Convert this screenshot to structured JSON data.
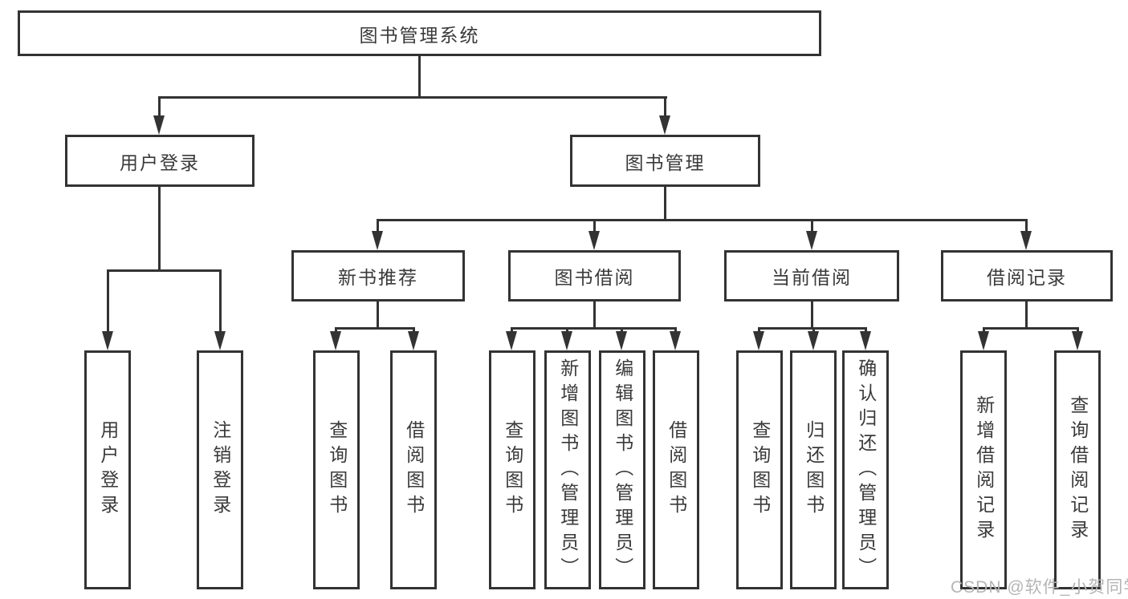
{
  "diagram": {
    "root": {
      "label": "图书管理系统"
    },
    "level2": [
      {
        "id": "user-login",
        "label": "用户登录"
      },
      {
        "id": "book-management",
        "label": "图书管理"
      }
    ],
    "level3": [
      {
        "id": "new-book-recommend",
        "label": "新书推荐"
      },
      {
        "id": "book-borrow",
        "label": "图书借阅"
      },
      {
        "id": "current-borrow",
        "label": "当前借阅"
      },
      {
        "id": "borrow-records",
        "label": "借阅记录"
      }
    ],
    "leaves": [
      {
        "parent": "user-login",
        "label": "用户登录"
      },
      {
        "parent": "user-login",
        "label": "注销登录"
      },
      {
        "parent": "new-book-recommend",
        "label": "查询图书"
      },
      {
        "parent": "new-book-recommend",
        "label": "借阅图书"
      },
      {
        "parent": "book-borrow",
        "label": "查询图书"
      },
      {
        "parent": "book-borrow",
        "label": "新增图书（管理员）"
      },
      {
        "parent": "book-borrow",
        "label": "编辑图书（管理员）"
      },
      {
        "parent": "book-borrow",
        "label": "借阅图书"
      },
      {
        "parent": "current-borrow",
        "label": "查询图书"
      },
      {
        "parent": "current-borrow",
        "label": "归还图书"
      },
      {
        "parent": "current-borrow",
        "label": "确认归还（管理员）"
      },
      {
        "parent": "borrow-records",
        "label": "新增借阅记录"
      },
      {
        "parent": "borrow-records",
        "label": "查询借阅记录"
      }
    ],
    "watermark": "CSDN @软件_小贺同学",
    "colors": {
      "line": "#333333",
      "text": "#3a3a3a",
      "watermark": "#b5b5b5",
      "background": "#ffffff"
    }
  }
}
